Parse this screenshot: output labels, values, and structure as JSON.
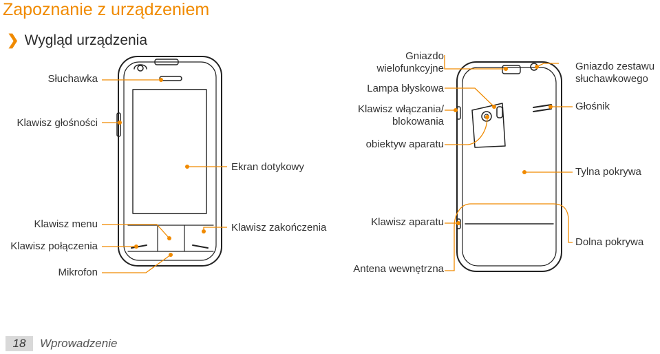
{
  "page": {
    "title": "Zapoznanie z urządzeniem",
    "subtitle_marker": "❯",
    "subtitle": "Wygląd urządzenia",
    "page_number": "18",
    "section": "Wprowadzenie"
  },
  "colors": {
    "accent": "#f08a00",
    "outline": "#222222",
    "text": "#333333"
  },
  "labels": {
    "earpiece": "Słuchawka",
    "volume_key": "Klawisz głośności",
    "touch_screen": "Ekran dotykowy",
    "menu_key": "Klawisz menu",
    "call_key": "Klawisz połączenia",
    "microphone": "Mikrofon",
    "end_key": "Klawisz zakończenia",
    "multifunction_jack_1": "Gniazdo",
    "multifunction_jack_2": "wielofunkcyjne",
    "flash": "Lampa błyskowa",
    "power_key_1": "Klawisz włączania/",
    "power_key_2": "blokowania",
    "camera_lens": "obiektyw aparatu",
    "camera_key": "Klawisz aparatu",
    "internal_antenna": "Antena wewnętrzna",
    "headset_jack_1": "Gniazdo zestawu",
    "headset_jack_2": "słuchawkowego",
    "speaker": "Głośnik",
    "back_cover": "Tylna pokrywa",
    "bottom_cover": "Dolna pokrywa"
  }
}
